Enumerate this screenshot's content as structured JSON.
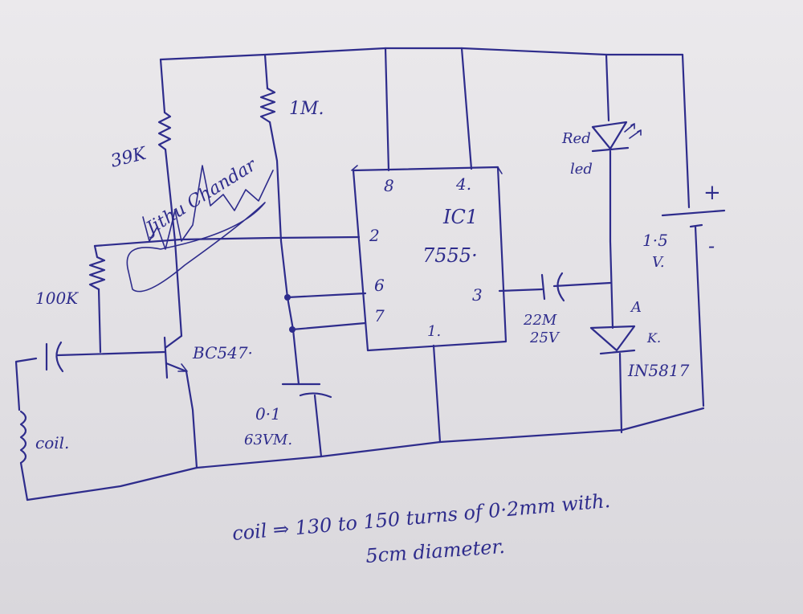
{
  "labels": {
    "r_39k": "39K",
    "r_1m": "1M.",
    "r_100k": "100K",
    "transistor": "BC547·",
    "coil": "coil.",
    "cap_01_value": "0·1",
    "cap_01_rating": "63VM.",
    "ic_name": "IC1",
    "ic_part": "7555·",
    "pin_8": "8",
    "pin_4": "4.",
    "pin_2": "2",
    "pin_6": "6",
    "pin_7": "7",
    "pin_3": "3",
    "pin_1": "1.",
    "cap_22_value": "22M",
    "cap_22_rating": "25V",
    "led_red": "Red",
    "led_led": "led",
    "diode_anode": "A",
    "diode_cathode": "K.",
    "diode_part": "IN5817",
    "battery_plus": "+",
    "battery_minus": "-",
    "battery_value": "1·5",
    "battery_unit": "V."
  },
  "note": {
    "line1": "coil ⇒ 130 to 150 turns of 0·2mm with.",
    "line2": "5cm diameter."
  },
  "signature": "Jithu Chandar",
  "colors": {
    "ink": "#2e2c8c",
    "paper": "#e6e4e8"
  }
}
